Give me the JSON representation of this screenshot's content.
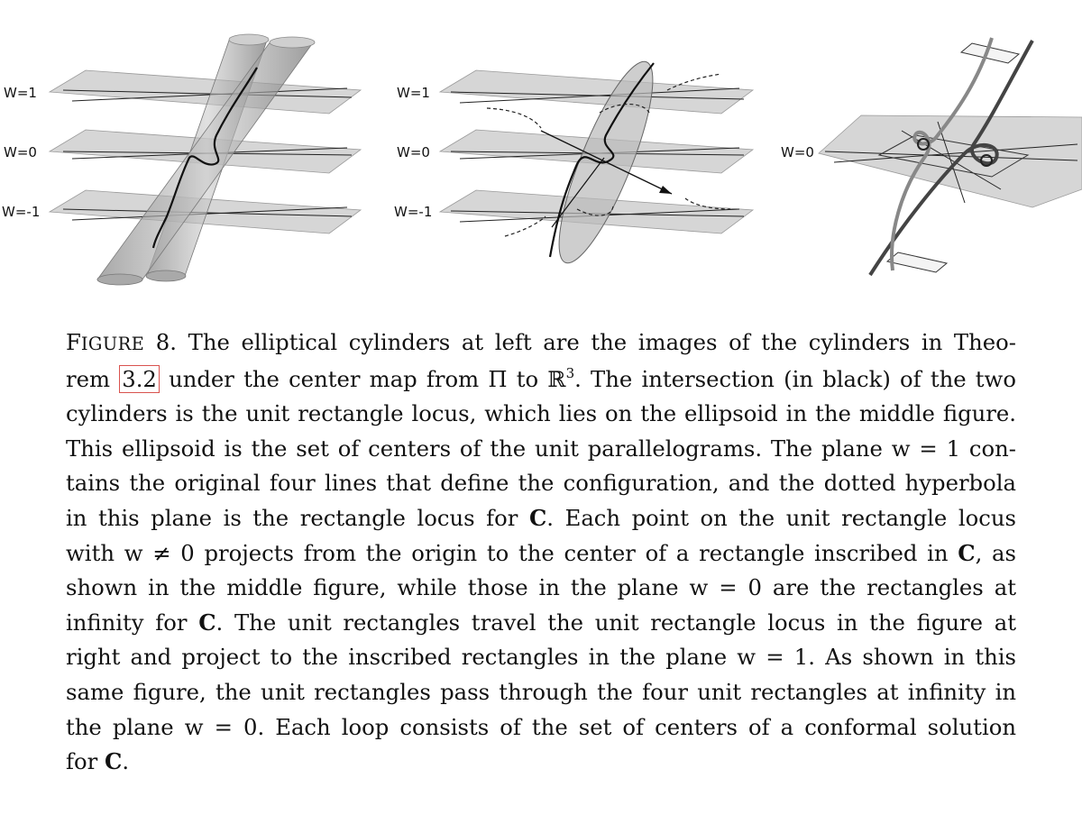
{
  "figure": {
    "left_panel_labels": [
      "W=1",
      "W=0",
      "W=-1"
    ],
    "middle_panel_labels": [
      "W=1",
      "W=0",
      "W=-1"
    ],
    "right_panel_label": "W=0"
  },
  "caption": {
    "label_first": "F",
    "label_rest": "IGURE",
    "number": "8.",
    "ref": "3.2",
    "lines": [
      {
        "text": "The elliptical cylinders at left are the images of the cylinders in Theo-"
      },
      {
        "pre": "rem ",
        "post": " under the center map from Π to ℝ",
        "sup": "3",
        "post2": ". The intersection (in black) of the two"
      },
      {
        "text": "cylinders is the unit rectangle locus, which lies on the ellipsoid in the middle figure."
      },
      {
        "text": "This ellipsoid is the set of centers of the unit parallelograms. The plane w = 1 con-"
      },
      {
        "text": "tains the original four lines that define the configuration, and the dotted hyperbola"
      },
      {
        "pre": "in this plane is the rectangle locus for ",
        "bold": "C",
        "post": ". Each point on the unit rectangle locus"
      },
      {
        "pre": "with w ≠ 0 projects from the origin to the center of a rectangle inscribed in ",
        "bold": "C",
        "post": ", as"
      },
      {
        "text": "shown in the middle figure, while those in the plane w = 0 are the rectangles at"
      },
      {
        "pre": "infinity for ",
        "bold": "C",
        "post": ". The unit rectangles travel the unit rectangle locus in the figure at"
      },
      {
        "text": "right and project to the inscribed rectangles in the plane w = 1. As shown in this"
      },
      {
        "text": "same figure, the unit rectangles pass through the four unit rectangles at infinity in"
      },
      {
        "text": "the plane w = 0. Each loop consists of the set of centers of a conformal solution"
      },
      {
        "pre": "for ",
        "bold": "C",
        "post": "."
      }
    ]
  }
}
